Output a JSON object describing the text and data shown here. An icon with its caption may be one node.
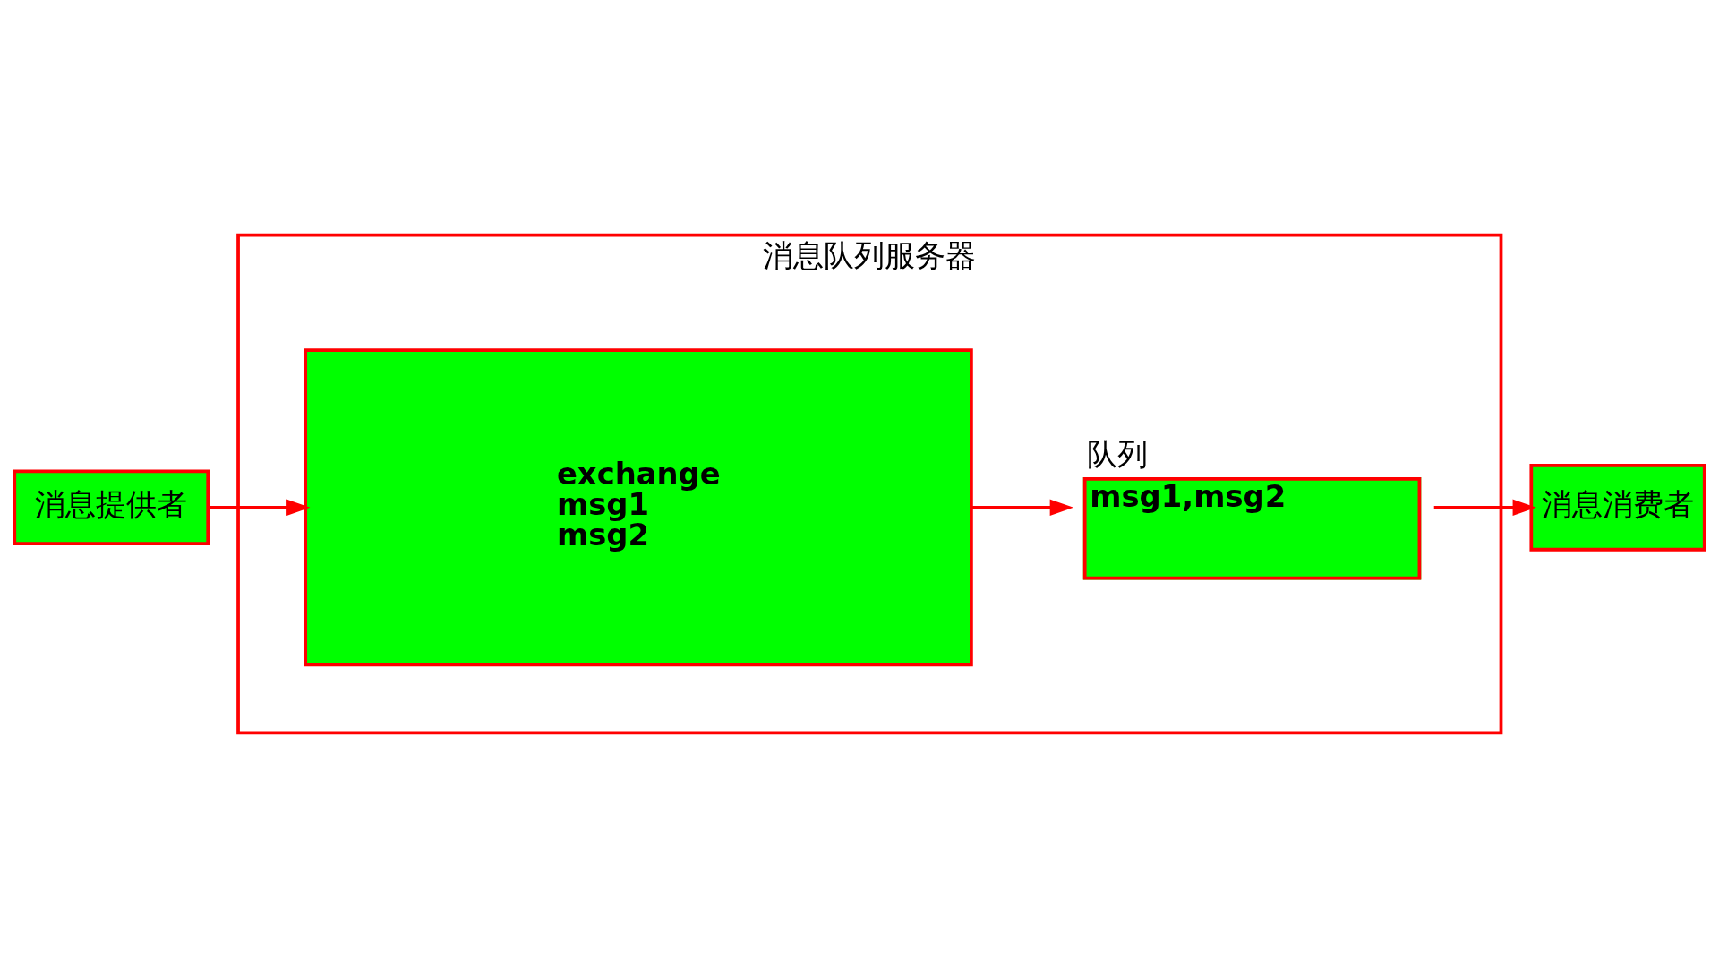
{
  "diagram": {
    "nodes": [
      {
        "text": [
          "消息提供者"
        ]
      },
      {
        "text": [
          "消息队列服务器"
        ]
      },
      {
        "text": [
          "exchange",
          "msg1",
          "msg2"
        ],
        "in": 1
      },
      {
        "text": [
          "队列",
          "msg1,msg2"
        ],
        "in": 1
      },
      {
        "text": [
          "消息消费者"
        ]
      }
    ],
    "edges": [
      {
        "from": 0,
        "to": 2,
        "arrow": "to"
      },
      {
        "from": 2,
        "to": 3,
        "arrow": "to"
      },
      {
        "from": 3,
        "to": 4,
        "arrow": "to"
      }
    ]
  }
}
